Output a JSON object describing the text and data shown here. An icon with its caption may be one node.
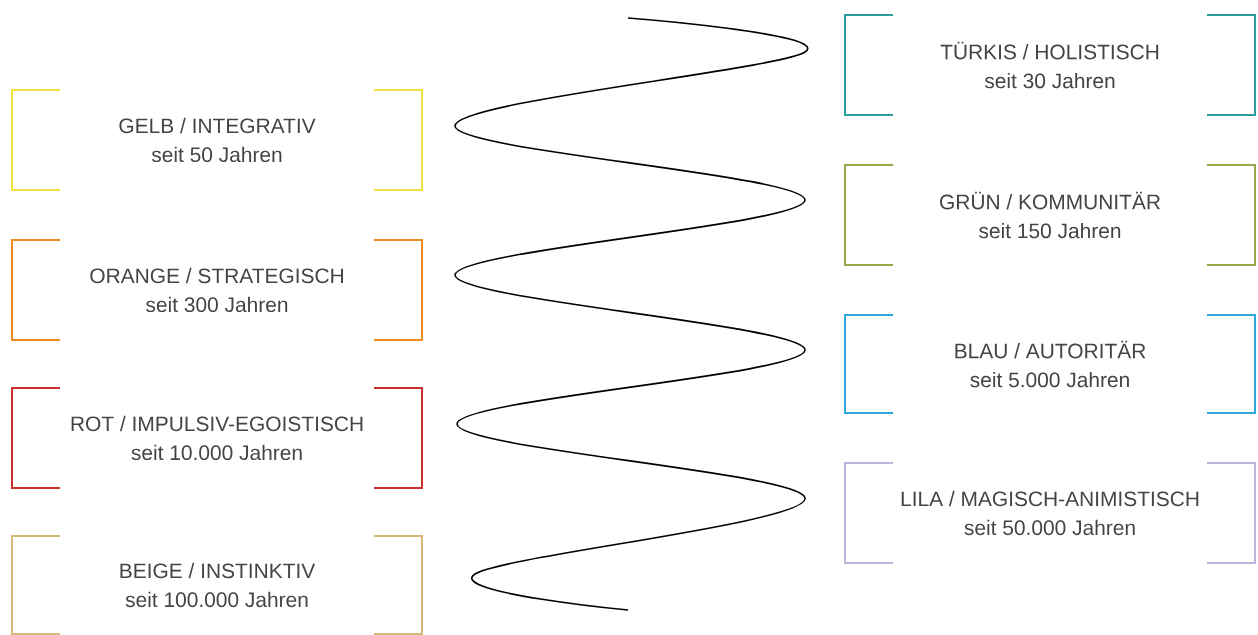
{
  "diagram": {
    "nodes": [
      {
        "text": [
          "TÜRKIS / HOLISTISCH",
          "seit 30 Jahren"
        ]
      },
      {
        "text": [
          "GELB / INTEGRATIV",
          "seit 50 Jahren"
        ]
      },
      {
        "text": [
          "GRÜN / KOMMUNITÄR",
          "seit 150 Jahren"
        ]
      },
      {
        "text": [
          "ORANGE / STRATEGISCH",
          "seit 300 Jahren"
        ]
      },
      {
        "text": [
          "BLAU / AUTORITÄR",
          "seit 5.000 Jahren"
        ]
      },
      {
        "text": [
          "ROT / IMPULSIV-EGOISTISCH",
          "seit 10.000 Jahren"
        ]
      },
      {
        "text": [
          "LILA / MAGISCH-ANIMISTISCH",
          "seit 50.000 Jahren"
        ]
      },
      {
        "text": [
          "BEIGE / INSTINKTIV",
          "seit 100.000 Jahren"
        ]
      }
    ]
  }
}
